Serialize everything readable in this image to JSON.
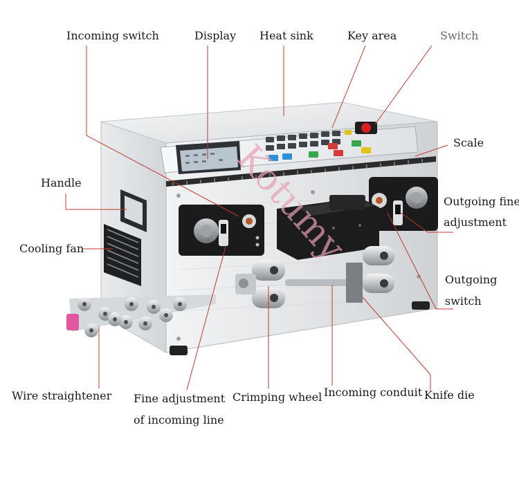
{
  "labels": {
    "incoming_switch": "Incoming switch",
    "display": "Display",
    "heat_sink": "Heat sink",
    "key_area": "Key area",
    "switch": "Switch",
    "scale": "Scale",
    "handle": "Handle",
    "cooling_fan": "Cooling fan",
    "outgoing_fine_adjustment_line1": "Outgoing fine",
    "outgoing_fine_adjustment_line2": "adjustment",
    "outgoing_switch_line1": "Outgoing",
    "outgoing_switch_line2": "switch",
    "wire_straightener": "Wire straightener",
    "fine_adjustment_incoming_line1": "Fine adjustment",
    "fine_adjustment_incoming_line2": "of incoming line",
    "crimping_wheel": "Crimping wheel",
    "incoming_conduit": "Incoming conduit",
    "knife_die": "Knife die"
  },
  "watermark": "Kotumy",
  "colors": {
    "leader_line": "#c0392b",
    "label_text": "#1a1a1a",
    "switch_label": "#666666",
    "watermark": "#e8a0b8",
    "panel_black": "#1b1b1b",
    "body_silver": "#e6e8ea",
    "lcd_screen": "#b9c6cf",
    "power_switch_red": "#d81e1e"
  }
}
